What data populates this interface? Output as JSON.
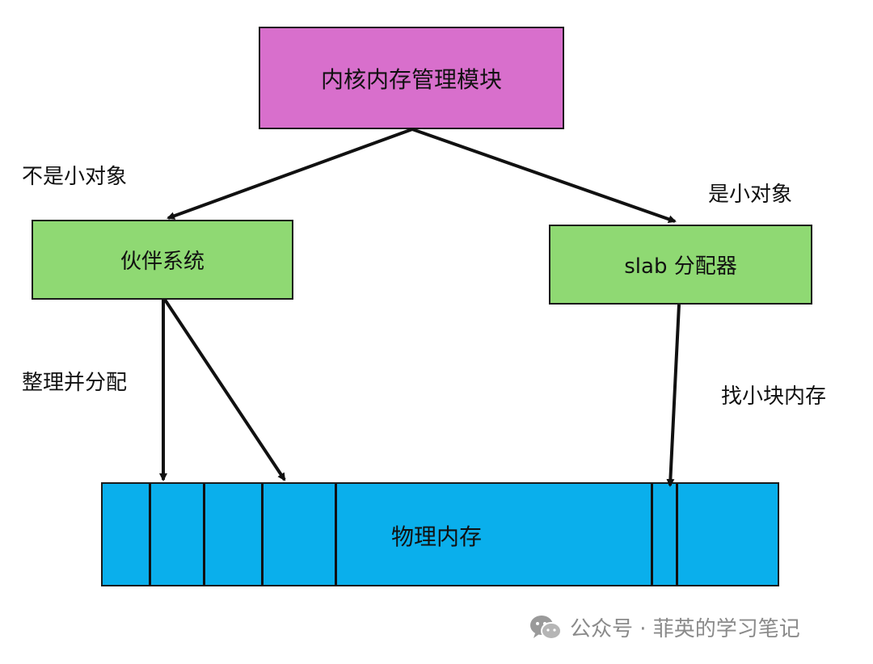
{
  "nodes": {
    "kernel": "内核内存管理模块",
    "buddy": "伙伴系统",
    "slab": "slab 分配器",
    "memory": "物理内存"
  },
  "edge_labels": {
    "not_small": "不是小对象",
    "is_small": "是小对象",
    "sort_alloc": "整理并分配",
    "find_block": "找小块内存"
  },
  "watermark": {
    "text": "公众号 · 菲英的学习笔记",
    "icon": "wechat-icon"
  },
  "colors": {
    "kernel_fill": "#d86fcc",
    "allocator_fill": "#8fd973",
    "memory_fill": "#0aafec",
    "stroke": "#111111",
    "watermark": "#8a8a8a"
  }
}
